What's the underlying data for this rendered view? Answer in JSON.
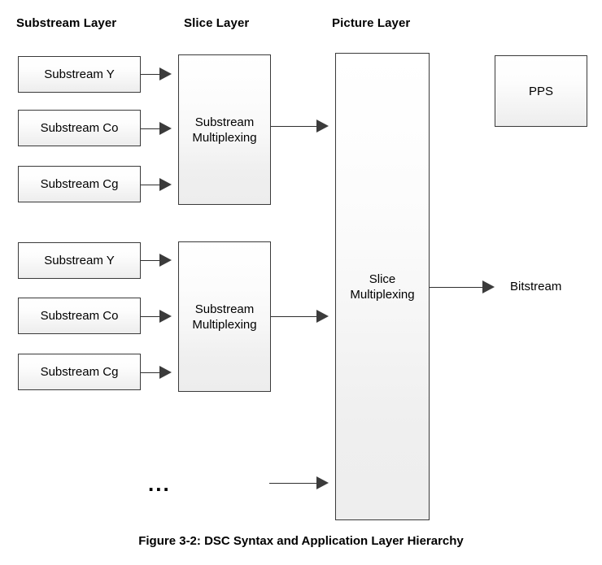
{
  "figure": {
    "caption": "Figure 3-2: DSC Syntax and Application Layer Hierarchy",
    "background_color": "#ffffff",
    "line_color": "#2f2f2f",
    "box_border_color": "#3a3a3a"
  },
  "columns": [
    {
      "label": "Substream Layer"
    },
    {
      "label": "Slice Layer"
    },
    {
      "label": "Picture Layer"
    }
  ],
  "substream_groups": [
    {
      "boxes": [
        {
          "label": "Substream Y"
        },
        {
          "label": "Substream Co"
        },
        {
          "label": "Substream Cg"
        }
      ]
    },
    {
      "boxes": [
        {
          "label": "Substream Y"
        },
        {
          "label": "Substream Co"
        },
        {
          "label": "Substream Cg"
        }
      ]
    }
  ],
  "slice_boxes": [
    {
      "label": "Substream\nMultiplexing"
    },
    {
      "label": "Substream\nMultiplexing"
    }
  ],
  "picture_box": {
    "label": "Slice\nMultiplexing"
  },
  "pps_box": {
    "label": "PPS"
  },
  "output": {
    "label": "Bitstream"
  },
  "continuation": {
    "label": "..."
  }
}
